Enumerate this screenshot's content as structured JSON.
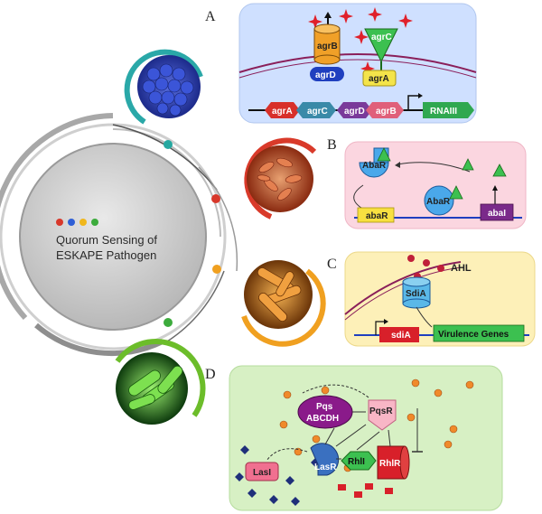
{
  "center": {
    "title_line1": "Quorum Sensing of",
    "title_line2": "ESKAPE Pathogen"
  },
  "panel_letters": {
    "a": "A",
    "b": "B",
    "c": "C",
    "d": "D"
  },
  "panel_a": {
    "agrB_top": "agrB",
    "agrC_top": "agrC",
    "agrD": "agrD",
    "agrA_mid": "agrA",
    "gene_agrA": "agrA",
    "gene_agrC": "agrC",
    "gene_agrD": "agrD",
    "gene_agrB": "agrB",
    "gene_rnaiii": "RNAIII"
  },
  "panel_b": {
    "abaR_top": "AbaR",
    "abaR_mid": "AbaR",
    "abaR_gene": "abaR",
    "abaI": "abaI"
  },
  "panel_c": {
    "ahl": "AHL",
    "sdiA_protein": "SdiA",
    "sdiA_gene": "sdiA",
    "virulence": "Virulence Genes"
  },
  "panel_d": {
    "pqs_line1": "Pqs",
    "pqs_line2": "ABCDH",
    "pqsR": "PqsR",
    "lasI": "LasI",
    "lasR": "LasR",
    "rhlI": "RhlI",
    "rhlR": "RhlR"
  },
  "colors": {
    "panel_a_bg": "#cfe0ff",
    "panel_b_bg": "#fbd6e0",
    "panel_c_bg": "#fdf0b8",
    "panel_d_bg": "#d7f0c4"
  }
}
